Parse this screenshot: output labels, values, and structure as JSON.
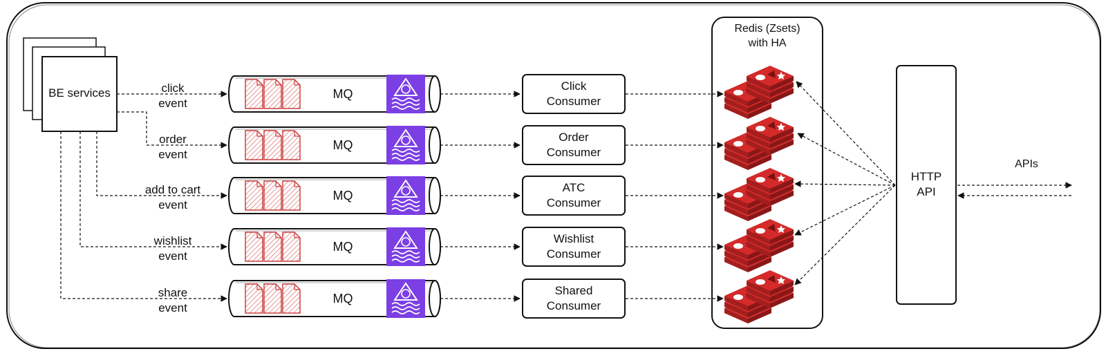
{
  "source": {
    "label": "BE services"
  },
  "events": [
    {
      "label": "click\nevent",
      "queue": "MQ",
      "consumer": "Click\nConsumer"
    },
    {
      "label": "order\nevent",
      "queue": "MQ",
      "consumer": "Order\nConsumer"
    },
    {
      "label": "add to cart\nevent",
      "queue": "MQ",
      "consumer": "ATC\nConsumer"
    },
    {
      "label": "wishlist\nevent",
      "queue": "MQ",
      "consumer": "Wishlist\nConsumer"
    },
    {
      "label": "share\nevent",
      "queue": "MQ",
      "consumer": "Shared\nConsumer"
    }
  ],
  "store": {
    "title": "Redis (Zsets)\nwith HA",
    "icon": "redis-icon"
  },
  "api": {
    "label": "HTTP\nAPI",
    "external_label": "APIs"
  },
  "queue_icon": "kafka-icon",
  "colors": {
    "kafka": "#7b3fe4",
    "redis_dark": "#a41e1e",
    "redis": "#d42a2a",
    "doc": "#c94040"
  }
}
